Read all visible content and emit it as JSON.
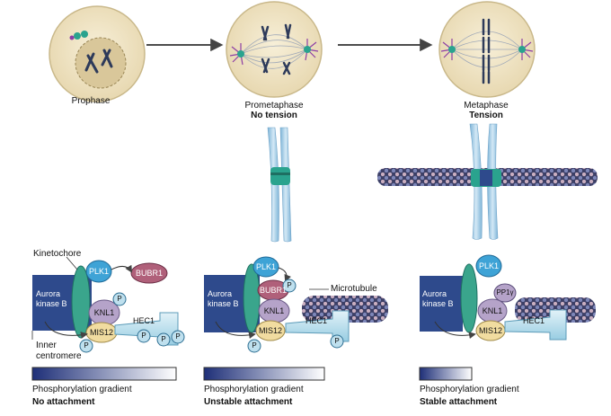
{
  "stages": [
    {
      "name": "Prophase",
      "sub": ""
    },
    {
      "name": "Prometaphase",
      "sub": "No tension"
    },
    {
      "name": "Metaphase",
      "sub": "Tension"
    }
  ],
  "panels": [
    {
      "aurora": [
        "Aurora",
        "kinase B"
      ],
      "gradient_label": "Phosphorylation gradient",
      "attachment": "No attachment"
    },
    {
      "aurora": [
        "Aurora",
        "kinase B"
      ],
      "gradient_label": "Phosphorylation gradient",
      "attachment": "Unstable attachment"
    },
    {
      "aurora": [
        "Aurora",
        "kinase B"
      ],
      "gradient_label": "Phosphorylation gradient",
      "attachment": "Stable attachment"
    }
  ],
  "proteins": {
    "plk1": "PLK1",
    "bubr1": "BUBR1",
    "knl1": "KNL1",
    "mis12": "MIS12",
    "hec1": "HEC1",
    "pp1": "PP1γ",
    "p": "P"
  },
  "annotations": {
    "kinetochore": "Kinetochore",
    "inner_centromere": [
      "Inner",
      "centromere"
    ],
    "microtubule": "Microtubule"
  },
  "colors": {
    "aurora": "#2e4a8c",
    "plk1": "#3ea3d6",
    "bubr1": "#b0607a",
    "knl1": "#b5a3c9",
    "mis12": "#f1dca0",
    "hec1": "#bfe0ee",
    "kinetochore": "#3aa58c",
    "cell": "#efe3c2",
    "spindle": "#8d3fa5",
    "chromosome": "#a8cde6",
    "gradient_dark": "#1e2f78"
  }
}
